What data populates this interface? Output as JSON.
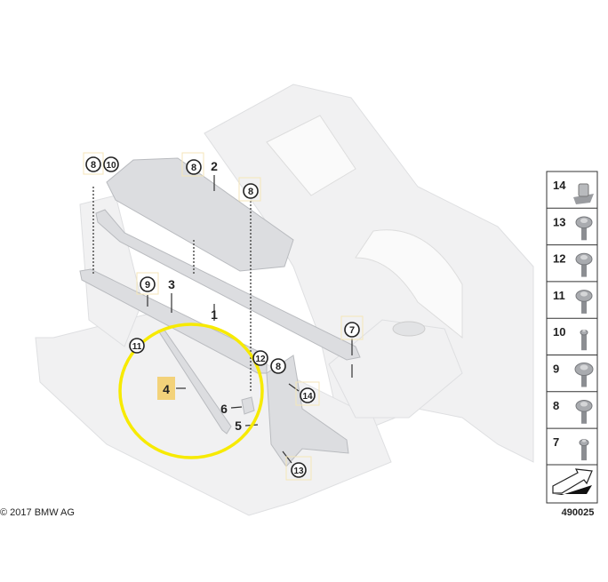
{
  "callouts": {
    "c8a": "8",
    "c10a": "10",
    "c8b": "8",
    "c2": "2",
    "c8c": "8",
    "c9": "9",
    "c3": "3",
    "c1": "1",
    "c11": "11",
    "c7": "7",
    "c12": "12",
    "c8d": "8",
    "c14": "14",
    "c4": "4",
    "c6": "6",
    "c5": "5",
    "c13": "13"
  },
  "legend": {
    "items": [
      {
        "num": "14",
        "icon": "clip-nut-icon"
      },
      {
        "num": "13",
        "icon": "hex-bolt-washer-icon"
      },
      {
        "num": "12",
        "icon": "flange-screw-icon"
      },
      {
        "num": "11",
        "icon": "collar-screw-icon"
      },
      {
        "num": "10",
        "icon": "stud-bolt-icon"
      },
      {
        "num": "9",
        "icon": "washer-screw-icon"
      },
      {
        "num": "8",
        "icon": "torx-screw-icon"
      },
      {
        "num": "7",
        "icon": "bolt-icon"
      }
    ],
    "diagram_id": "490025"
  },
  "copyright": "© 2017 BMW AG",
  "colors": {
    "highlight_circle": "#f7ea00",
    "highlight_box": "#f3d27a"
  }
}
